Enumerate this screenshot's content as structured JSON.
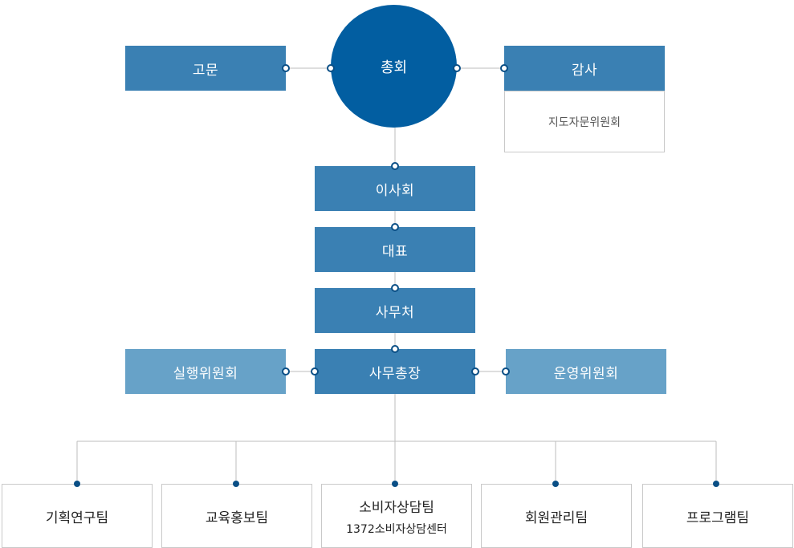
{
  "top": {
    "general_meeting": "총회",
    "advisor": "고문",
    "audit": "감사",
    "audit_sub": "지도자문위원회"
  },
  "chain": {
    "board": "이사회",
    "ceo": "대표",
    "office": "사무처",
    "secretary_general": "사무총장"
  },
  "committees": {
    "executive": "실행위원회",
    "operations": "운영위원회"
  },
  "teams": [
    {
      "label": "기획연구팀",
      "sub": ""
    },
    {
      "label": "교육홍보팀",
      "sub": ""
    },
    {
      "label": "소비자상담팀",
      "sub": "1372소비자상담센터"
    },
    {
      "label": "회원관리팀",
      "sub": ""
    },
    {
      "label": "프로그램팀",
      "sub": ""
    }
  ],
  "colors": {
    "circle": "#025ea1",
    "dark_box": "#3a80b3",
    "light_box": "#67a2c8",
    "connector": "#bdbdbd",
    "dot": "#0a4f86"
  }
}
